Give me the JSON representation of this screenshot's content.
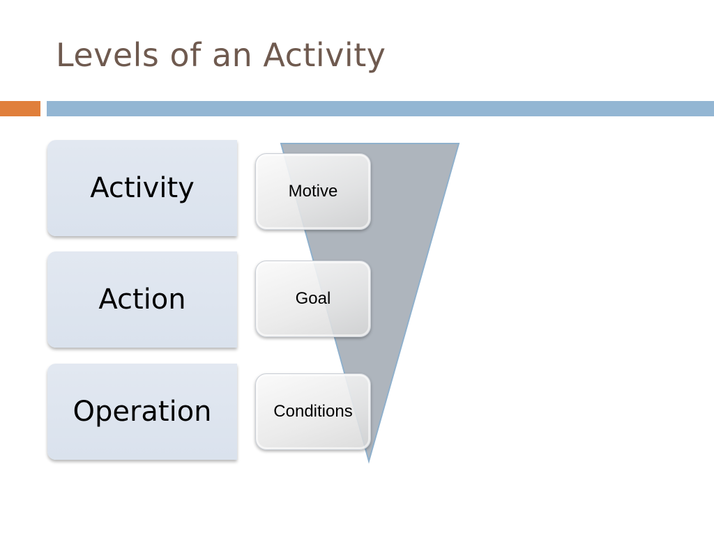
{
  "slide": {
    "title": "Levels of an Activity"
  },
  "levels": [
    {
      "label": "Activity",
      "driver": "Motive"
    },
    {
      "label": "Action",
      "driver": "Goal"
    },
    {
      "label": "Operation",
      "driver": "Conditions"
    }
  ],
  "colors": {
    "title": "#6f5a4f",
    "accent_orange": "#e07f3b",
    "accent_blue": "#93b6d3",
    "level_fill": "#dde4ee",
    "funnel_fill": "#aeb5bd",
    "funnel_stroke": "#8fb0cc"
  }
}
